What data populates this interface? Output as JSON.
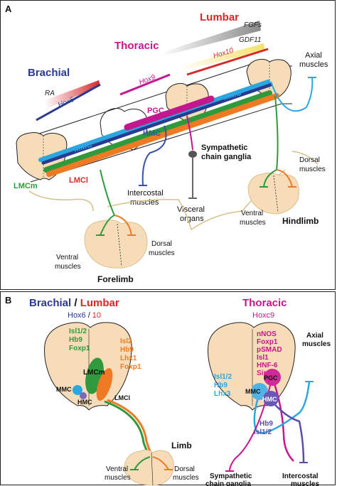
{
  "panel_a": {
    "letter": "A",
    "regions": {
      "brachial": "Brachial",
      "thoracic": "Thoracic",
      "lumbar": "Lumbar"
    },
    "gradients": {
      "ra": "RA",
      "hox6": "Hox6",
      "hox9": "Hox9",
      "fgfs": "FGFs",
      "gdf11": "GDF11",
      "hox10": "Hox10"
    },
    "columns": {
      "mmc_left": "MMC",
      "mmc_right": "MMC",
      "pgc": "PGC",
      "hmc": "HMC",
      "lmcm": "LMCm",
      "lmcl": "LMCl"
    },
    "targets": {
      "axial": [
        "Axial",
        "muscles"
      ],
      "sympathetic": [
        "Sympathetic",
        "chain ganglia"
      ],
      "intercostal": [
        "Intercostal",
        "muscles"
      ],
      "visceral": [
        "Visceral",
        "organs"
      ],
      "dorsal_hind": [
        "Dorsal",
        "muscles"
      ],
      "ventral_hind": [
        "Ventral",
        "muscles"
      ],
      "hindlimb": "Hindlimb",
      "ventral_fore": [
        "Ventral",
        "muscles"
      ],
      "dorsal_fore": [
        "Dorsal",
        "muscles"
      ],
      "forelimb": "Forelimb"
    }
  },
  "panel_b": {
    "letter": "B",
    "title_brachial": "Brachial",
    "title_slash": " / ",
    "title_lumbar": "Lumbar",
    "sub_hox6": "Hox6",
    "sub_slash": "/",
    "sub_10": "10",
    "title_thoracic": "Thoracic",
    "sub_hoxc9": "Hoxc9",
    "left": {
      "lmcm_markers": [
        "Isl1/2",
        "Hb9",
        "Foxp1"
      ],
      "lmcl_markers": [
        "Isl2",
        "Hb9",
        "Lhx1",
        "Foxp1"
      ],
      "lmcm": "LMCm",
      "mmc": "MMC",
      "hmc": "HMC",
      "lmcl": "LMCl",
      "limb": "Limb",
      "ventral": [
        "Ventral",
        "muscles"
      ],
      "dorsal": [
        "Dorsal",
        "muscles"
      ]
    },
    "right": {
      "pgc_markers": [
        "nNOS",
        "Foxp1",
        "pSMAD",
        "Isl1",
        "HNF-6",
        "Sip1"
      ],
      "mmc_markers": [
        "Isl1/2",
        "Hb9",
        "Lhx3"
      ],
      "hmc_markers": [
        "Hb9",
        "Isl1/2"
      ],
      "pgc": "PGC",
      "mmc": "MMC",
      "hmc": "HMC",
      "axial": [
        "Axial",
        "muscles"
      ],
      "sympathetic": [
        "Sympathetic",
        "chain ganglia"
      ],
      "intercostal": [
        "Intercostal",
        "muscles"
      ]
    }
  },
  "colors": {
    "brachial": "#2b3a8f",
    "thoracic": "#c4168e",
    "lumbar": "#d8282b",
    "mmc": "#2aa7e0",
    "lmcm": "#2f9a3c",
    "lmcl": "#f07a23",
    "hmc": "#5a4fa8",
    "cord": "#f6dcb8",
    "outline": "#d9c08a"
  }
}
